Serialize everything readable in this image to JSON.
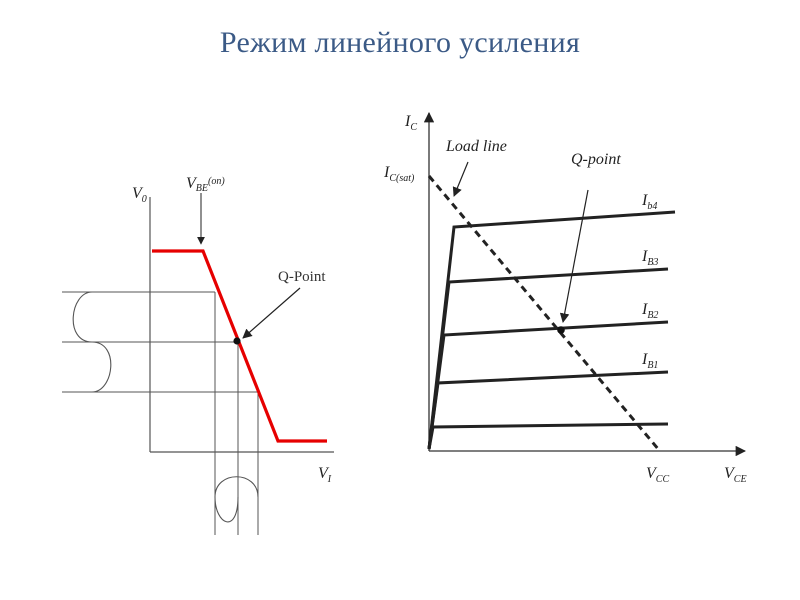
{
  "title": "Режим линейного усиления",
  "transfer": {
    "y_axis": {
      "main": "V",
      "sub": "0"
    },
    "x_axis": {
      "main": "V",
      "sub": "I"
    },
    "threshold": {
      "main": "V",
      "sub": "BE",
      "suffix": "(on)"
    },
    "qpoint_label": "Q-Point"
  },
  "output": {
    "y_axis": {
      "main": "I",
      "sub": "C"
    },
    "x_axis": {
      "main": "V",
      "sub": "CE"
    },
    "isat": {
      "main": "I",
      "sub": "C(sat)"
    },
    "vcc": {
      "main": "V",
      "sub": "CC"
    },
    "load_line_label": "Load line",
    "qpoint_label": "Q-point",
    "curves": [
      {
        "main": "I",
        "sub": "b4"
      },
      {
        "main": "I",
        "sub": "B3"
      },
      {
        "main": "I",
        "sub": "B2"
      },
      {
        "main": "I",
        "sub": "B1"
      }
    ]
  },
  "colors": {
    "title": "#3b5a86",
    "transfer_curve": "#e60000",
    "lines": "#222222"
  }
}
